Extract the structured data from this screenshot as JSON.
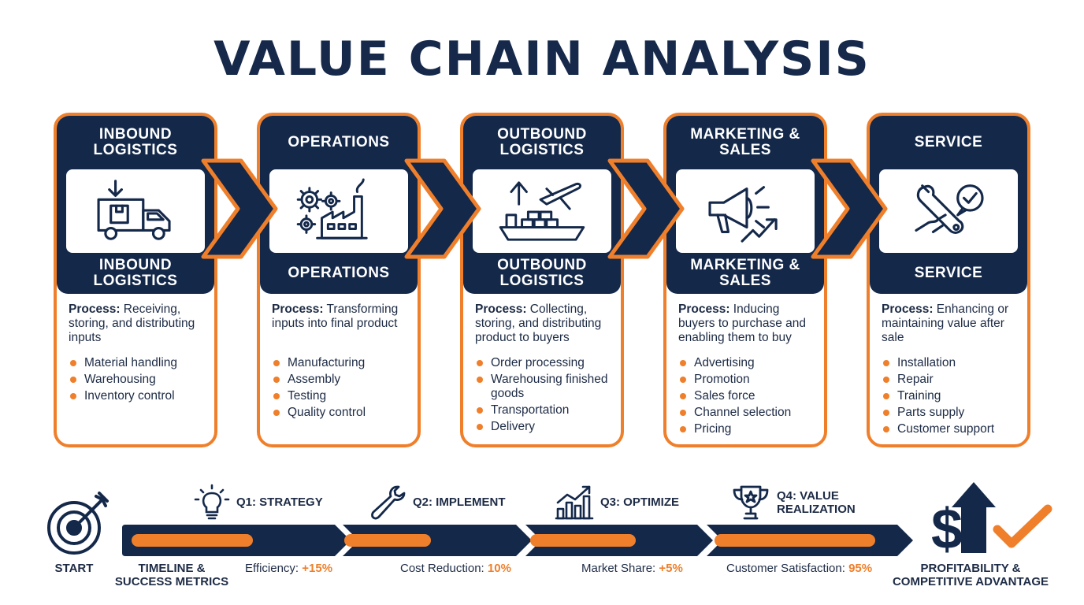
{
  "title": "VALUE CHAIN ANALYSIS",
  "colors": {
    "navy": "#14284a",
    "orange": "#ef7f2a"
  },
  "activities": [
    {
      "header": "INBOUND LOGISTICS",
      "label": "INBOUND LOGISTICS",
      "icon": "delivery-truck-icon",
      "process_label": "Process:",
      "process_text": "Receiving, storing, and distributing inputs",
      "items": [
        "Material handling",
        "Warehousing",
        "Inventory control"
      ]
    },
    {
      "header": "OPERATIONS",
      "label": "OPERATIONS",
      "icon": "gears-factory-icon",
      "process_label": "Process:",
      "process_text": "Transforming inputs into final product",
      "items": [
        "Manufacturing",
        "Assembly",
        "Testing",
        "Quality control"
      ]
    },
    {
      "header": "OUTBOUND LOGISTICS",
      "label": "OUTBOUND LOGISTICS",
      "icon": "ship-plane-icon",
      "process_label": "Process:",
      "process_text": "Collecting, storing, and distributing product to buyers",
      "items": [
        "Order processing",
        "Warehousing finished goods",
        "Transportation",
        "Delivery"
      ]
    },
    {
      "header": "MARKETING & SALES",
      "label": "MARKETING & SALES",
      "icon": "megaphone-icon",
      "process_label": "Process:",
      "process_text": "Inducing buyers to purchase and enabling them to buy",
      "items": [
        "Advertising",
        "Promotion",
        "Sales force",
        "Channel selection",
        "Pricing"
      ]
    },
    {
      "header": "SERVICE",
      "label": "SERVICE",
      "icon": "wrench-check-icon",
      "process_label": "Process:",
      "process_text": "Enhancing or maintaining value after sale",
      "items": [
        "Installation",
        "Repair",
        "Training",
        "Parts supply",
        "Customer support"
      ]
    }
  ],
  "timeline": {
    "start_label": "START",
    "section_label": "TIMELINE & SUCCESS METRICS",
    "end_label": "PROFITABILITY & COMPETITIVE ADVANTAGE",
    "phases": [
      {
        "label": "Q1: STRATEGY",
        "icon": "lightbulb-icon",
        "metric_label": "Efficiency:",
        "metric_value": "+15%"
      },
      {
        "label": "Q2: IMPLEMENT",
        "icon": "wrench-icon",
        "metric_label": "Cost Reduction:",
        "metric_value": "10%"
      },
      {
        "label": "Q3: OPTIMIZE",
        "icon": "bar-chart-icon",
        "metric_label": "Market Share:",
        "metric_value": "+5%"
      },
      {
        "label": "Q4: VALUE REALIZATION",
        "icon": "trophy-icon",
        "metric_label": "Customer Satisfaction:",
        "metric_value": "95%"
      }
    ]
  }
}
